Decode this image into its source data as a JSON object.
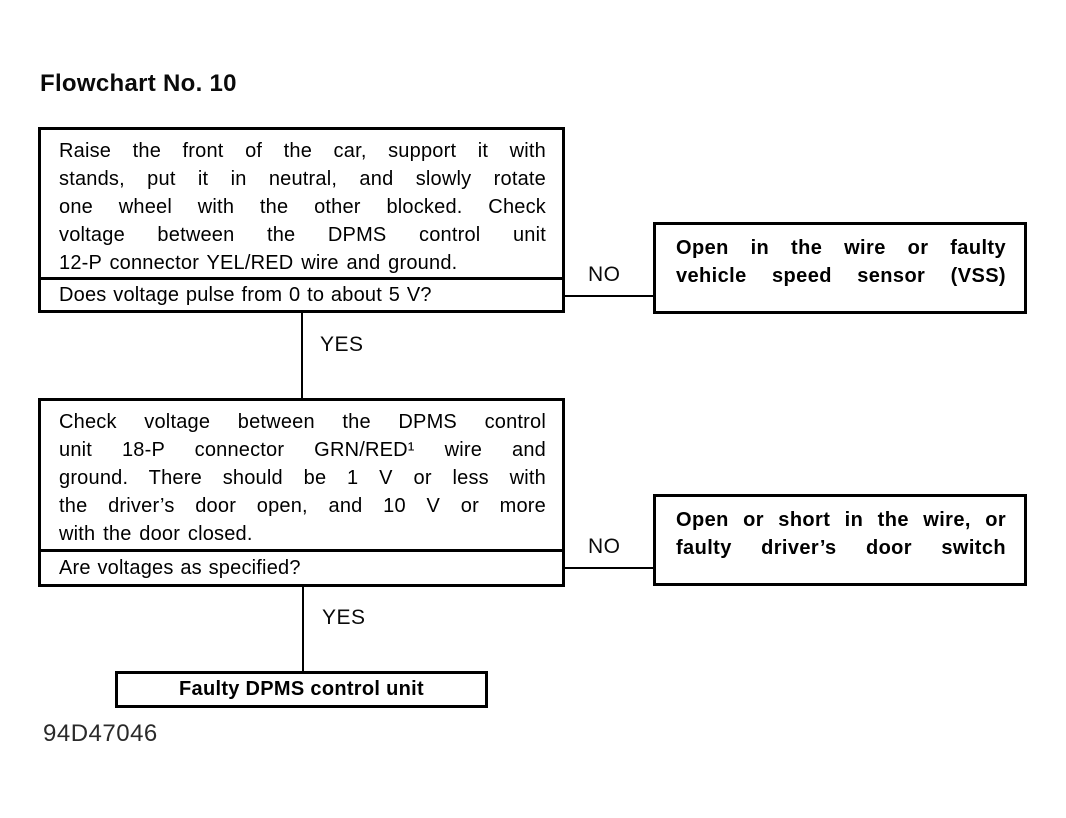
{
  "title": "Flowchart No. 10",
  "doc_code": "94D47046",
  "colors": {
    "ink": "#000000",
    "paper": "#ffffff"
  },
  "step1": {
    "instruction_lines": [
      "Raise the front of the car, support it with",
      "stands, put it in neutral, and slowly rotate",
      "one wheel with the other blocked. Check",
      "voltage between the DPMS control unit",
      "12-P connector YEL/RED wire and ground."
    ],
    "question": "Does voltage pulse from 0 to about 5 V?",
    "no_label": "NO",
    "yes_label": "YES",
    "no_result_lines": [
      "Open in the wire or faulty",
      "vehicle speed sensor (VSS)"
    ]
  },
  "step2": {
    "instruction_lines": [
      "Check voltage between the DPMS control",
      "unit 18-P connector GRN/RED¹ wire and",
      "ground. There should be 1 V or less with",
      "the driver’s door open, and 10 V or more",
      "with the door closed."
    ],
    "question": "Are voltages as specified?",
    "no_label": "NO",
    "yes_label": "YES",
    "no_result_lines": [
      "Open or short in the wire, or",
      "faulty driver’s door switch"
    ]
  },
  "final_result": "Faulty DPMS control unit"
}
